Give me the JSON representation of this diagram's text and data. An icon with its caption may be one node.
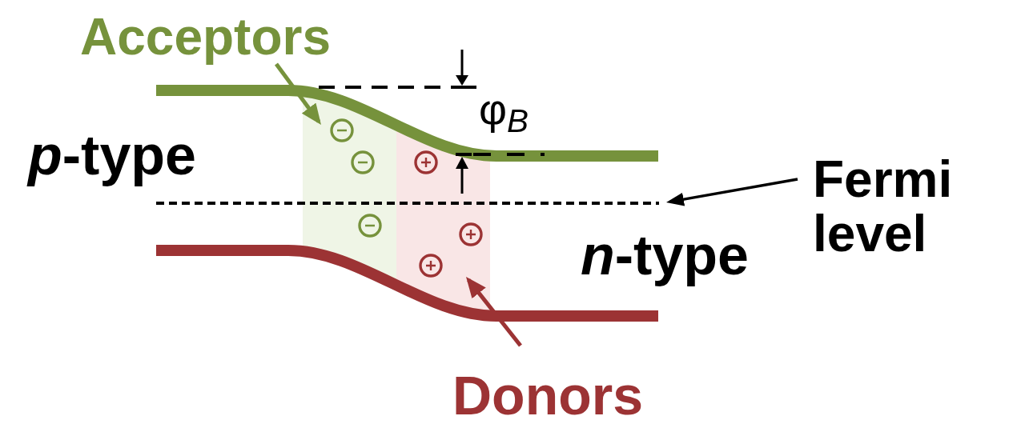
{
  "diagram": {
    "nodes": [
      {
        "text": [
          "Acceptors"
        ]
      },
      {
        "text": [],
        "shape": "band"
      },
      {
        "text": [],
        "shape": "band"
      },
      {
        "text": [
          "Fermi level"
        ]
      },
      {
        "text": [],
        "shape": "line"
      },
      {
        "text": [
          "Donors"
        ]
      }
    ],
    "edges": [
      {
        "from": 0,
        "to": 1,
        "arrow": "to",
        "color": "#76923c"
      },
      {
        "from": 3,
        "to": 4,
        "arrow": "to",
        "color": "#000000"
      },
      {
        "from": 5,
        "to": 2,
        "arrow": "to",
        "color": "#9c3334"
      }
    ],
    "labels": [
      "*p*-type",
      "φ$_{B}$",
      "*n*-type"
    ]
  }
}
